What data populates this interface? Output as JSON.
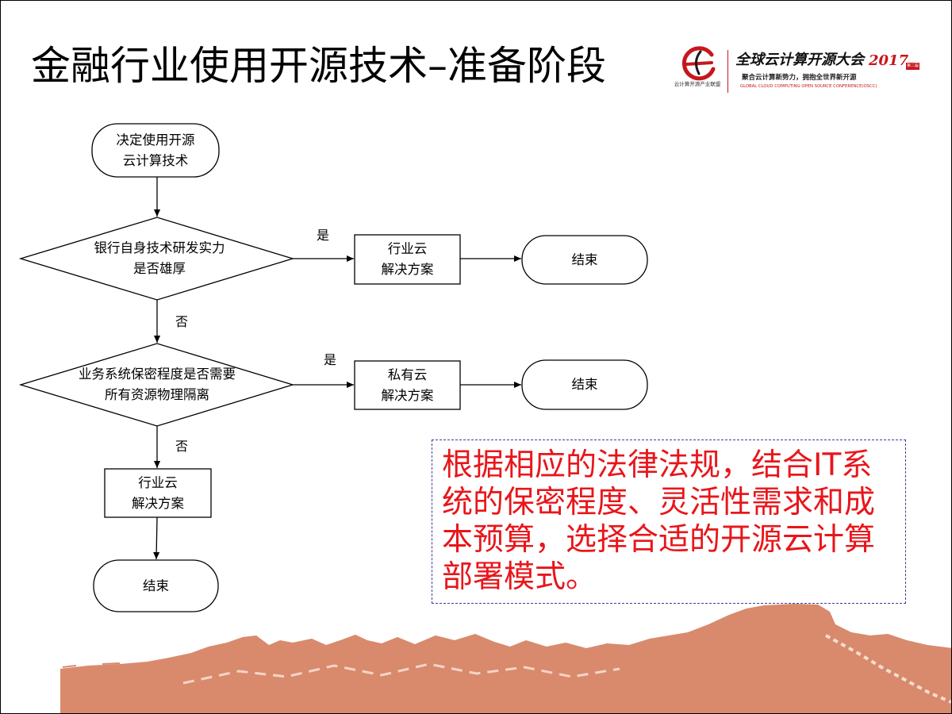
{
  "slide": {
    "title": "金融行业使用开源技术–准备阶段"
  },
  "logo": {
    "alliance_name": "云计算开源产业联盟",
    "conference_name": "全球云计算开源大会",
    "conference_year": "2017",
    "edition": "第二届",
    "slogan": "聚合云计算新势力，拥抱全世界新开源",
    "english_name": "GLOBAL CLOUD COMPUTING OPEN SOURCE CONFERENCE(OSCC)"
  },
  "flowchart": {
    "start": {
      "lines": [
        "决定使用开源",
        "云计算技术"
      ]
    },
    "decision_1": {
      "lines": [
        "银行自身技术研发实力",
        "是否雄厚"
      ]
    },
    "decision_1_yes": "是",
    "decision_1_no": "否",
    "result_1": {
      "lines": [
        "行业云",
        "解决方案"
      ]
    },
    "end_1": "结束",
    "decision_2": {
      "lines": [
        "业务系统保密程度是否需要",
        "所有资源物理隔离"
      ]
    },
    "decision_2_yes": "是",
    "decision_2_no": "否",
    "result_2": {
      "lines": [
        "私有云",
        "解决方案"
      ]
    },
    "end_2": "结束",
    "result_3": {
      "lines": [
        "行业云",
        "解决方案"
      ]
    },
    "end_3": "结束"
  },
  "note": {
    "lines": [
      "根据相应的法律法规，结合IT系",
      "统的保密程度、灵活性需求和成",
      "本预算，选择合适的开源云计算",
      "部署模式。"
    ]
  },
  "colors": {
    "title-color": "#000000",
    "note-text": "#e8161b",
    "note-border": "#3c3c9a",
    "brand-red": "#c8161d",
    "decoration": "#d98a6c"
  }
}
